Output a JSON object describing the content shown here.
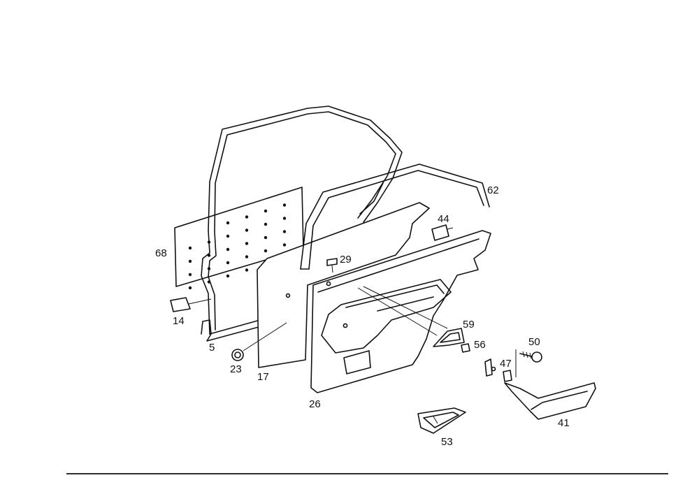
{
  "parts": [
    {
      "id": "68",
      "label": "68"
    },
    {
      "id": "14",
      "label": "14"
    },
    {
      "id": "5",
      "label": "5"
    },
    {
      "id": "23",
      "label": "23"
    },
    {
      "id": "17",
      "label": "17"
    },
    {
      "id": "26",
      "label": "26"
    },
    {
      "id": "29",
      "label": "29"
    },
    {
      "id": "62",
      "label": "62"
    },
    {
      "id": "44",
      "label": "44"
    },
    {
      "id": "59",
      "label": "59"
    },
    {
      "id": "56",
      "label": "56"
    },
    {
      "id": "50",
      "label": "50"
    },
    {
      "id": "47",
      "label": "47"
    },
    {
      "id": "41",
      "label": "41"
    },
    {
      "id": "53",
      "label": "53"
    }
  ]
}
